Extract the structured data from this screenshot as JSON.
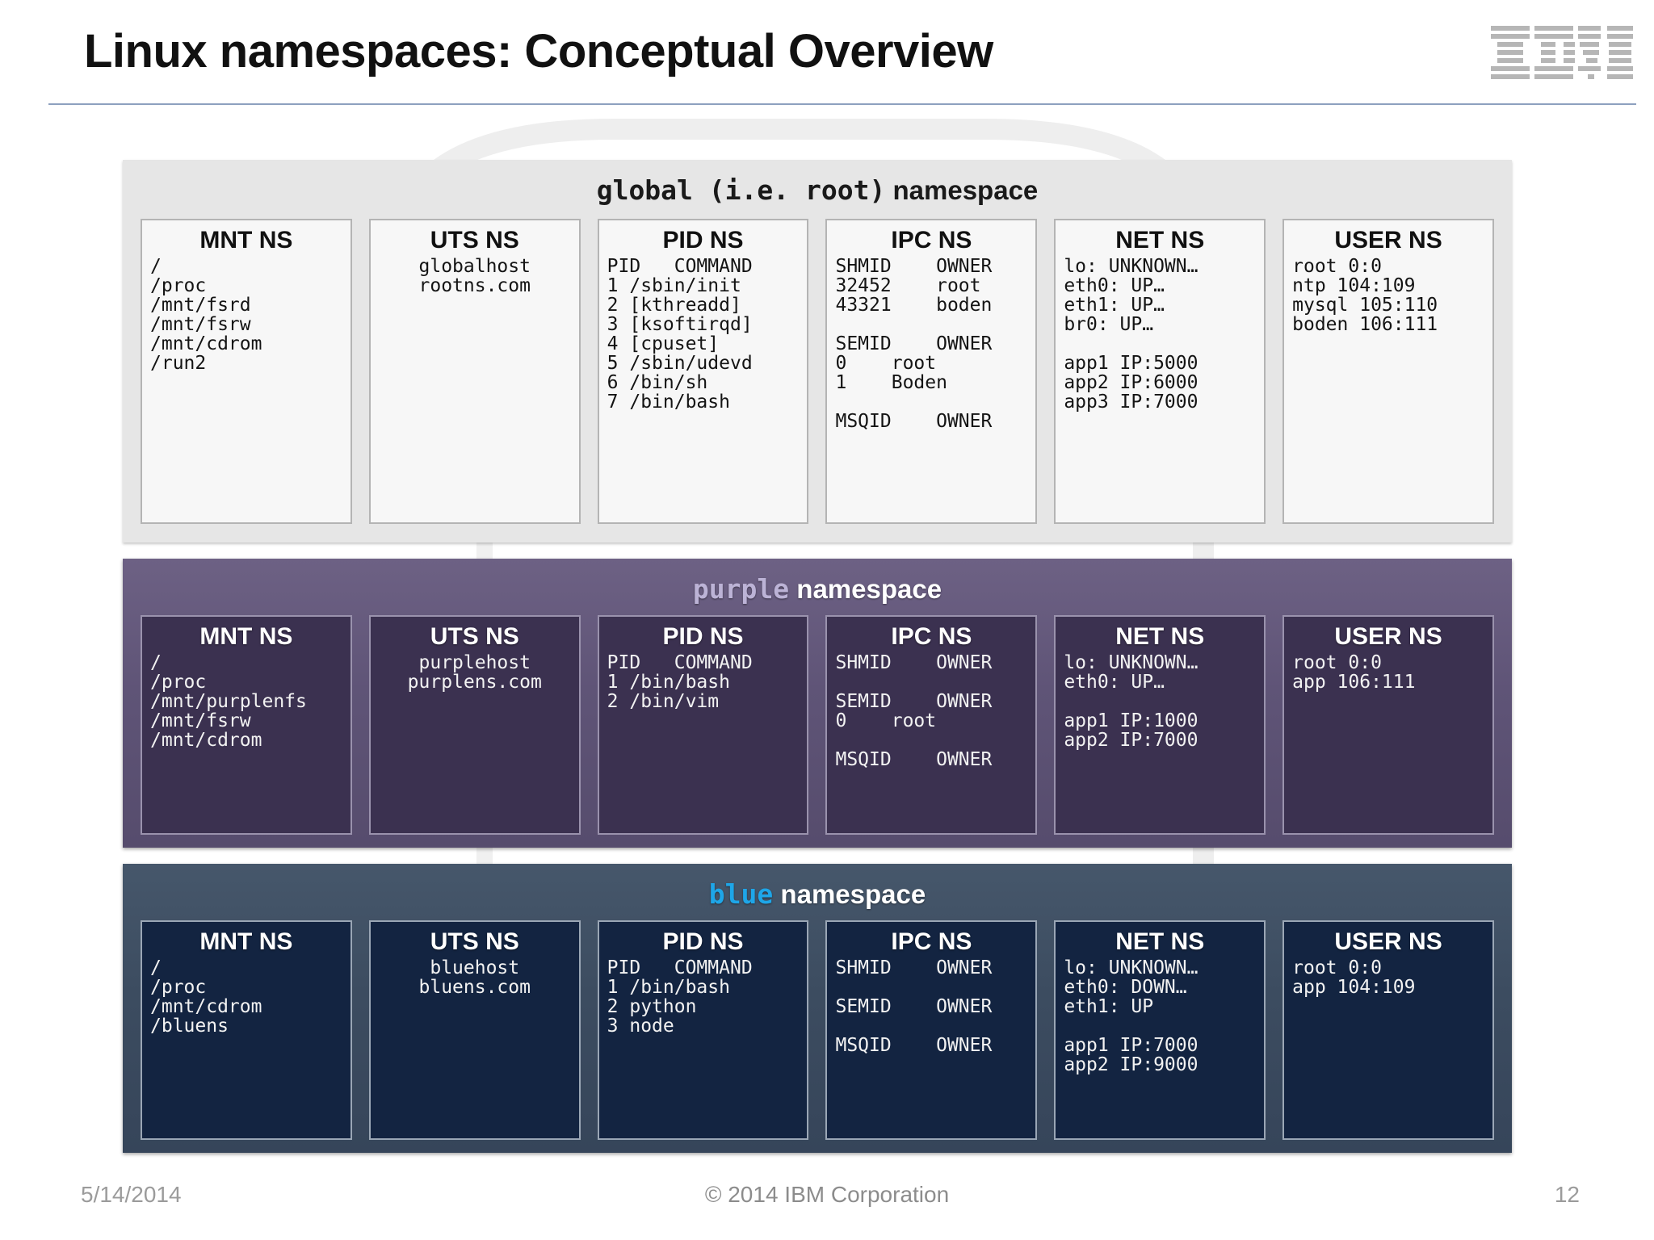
{
  "header": {
    "title": "Linux namespaces: Conceptual Overview",
    "logo_text": "IBM"
  },
  "rows": [
    {
      "theme": "global",
      "name_mono": "global (i.e. root)",
      "name_suffix": " namespace",
      "boxes": [
        {
          "title": "MNT NS",
          "align": "left",
          "lines": [
            "/",
            "/proc",
            "/mnt/fsrd",
            "/mnt/fsrw",
            "/mnt/cdrom",
            "/run2"
          ]
        },
        {
          "title": "UTS NS",
          "align": "center",
          "lines": [
            "globalhost",
            "rootns.com"
          ]
        },
        {
          "title": "PID NS",
          "align": "left",
          "lines": [
            "PID   COMMAND",
            "1 /sbin/init",
            "2 [kthreadd]",
            "3 [ksoftirqd]",
            "4 [cpuset]",
            "5 /sbin/udevd",
            "6 /bin/sh",
            "7 /bin/bash"
          ]
        },
        {
          "title": "IPC NS",
          "align": "left",
          "lines": [
            "SHMID    OWNER",
            "32452    root",
            "43321    boden",
            "",
            "SEMID    OWNER",
            "0    root",
            "1    Boden",
            "",
            "MSQID    OWNER"
          ]
        },
        {
          "title": "NET NS",
          "align": "left",
          "lines": [
            "lo: UNKNOWN…",
            "eth0: UP…",
            "eth1: UP…",
            "br0: UP…",
            "",
            "app1 IP:5000",
            "app2 IP:6000",
            "app3 IP:7000"
          ]
        },
        {
          "title": "USER NS",
          "align": "left",
          "lines": [
            "root 0:0",
            "ntp 104:109",
            "mysql 105:110",
            "boden 106:111"
          ]
        }
      ]
    },
    {
      "theme": "purple",
      "name_mono": "purple",
      "name_suffix": " namespace",
      "boxes": [
        {
          "title": "MNT NS",
          "align": "left",
          "lines": [
            "/",
            "/proc",
            "/mnt/purplenfs",
            "/mnt/fsrw",
            "/mnt/cdrom"
          ]
        },
        {
          "title": "UTS NS",
          "align": "center",
          "lines": [
            "purplehost",
            "purplens.com"
          ]
        },
        {
          "title": "PID NS",
          "align": "left",
          "lines": [
            "PID   COMMAND",
            "1 /bin/bash",
            "2 /bin/vim"
          ]
        },
        {
          "title": "IPC NS",
          "align": "left",
          "lines": [
            "SHMID    OWNER",
            "",
            "SEMID    OWNER",
            "0    root",
            "",
            "MSQID    OWNER"
          ]
        },
        {
          "title": "NET NS",
          "align": "left",
          "lines": [
            "lo: UNKNOWN…",
            "eth0: UP…",
            "",
            "app1 IP:1000",
            "app2 IP:7000"
          ]
        },
        {
          "title": "USER NS",
          "align": "left",
          "lines": [
            "root 0:0",
            "app 106:111"
          ]
        }
      ]
    },
    {
      "theme": "blue",
      "name_mono": "blue",
      "name_suffix": " namespace",
      "boxes": [
        {
          "title": "MNT NS",
          "align": "left",
          "lines": [
            "/",
            "/proc",
            "/mnt/cdrom",
            "/bluens"
          ]
        },
        {
          "title": "UTS NS",
          "align": "center",
          "lines": [
            "bluehost",
            "bluens.com"
          ]
        },
        {
          "title": "PID NS",
          "align": "left",
          "lines": [
            "PID   COMMAND",
            "1 /bin/bash",
            "2 python",
            "3 node"
          ]
        },
        {
          "title": "IPC NS",
          "align": "left",
          "lines": [
            "SHMID    OWNER",
            "",
            "SEMID    OWNER",
            "",
            "MSQID    OWNER"
          ]
        },
        {
          "title": "NET NS",
          "align": "left",
          "lines": [
            "lo: UNKNOWN…",
            "eth0: DOWN…",
            "eth1: UP",
            "",
            "app1 IP:7000",
            "app2 IP:9000"
          ]
        },
        {
          "title": "USER NS",
          "align": "left",
          "lines": [
            "root 0:0",
            "app 104:109"
          ]
        }
      ]
    }
  ],
  "footer": {
    "date": "5/14/2014",
    "copyright": "© 2014 IBM Corporation",
    "page_number": "12"
  }
}
